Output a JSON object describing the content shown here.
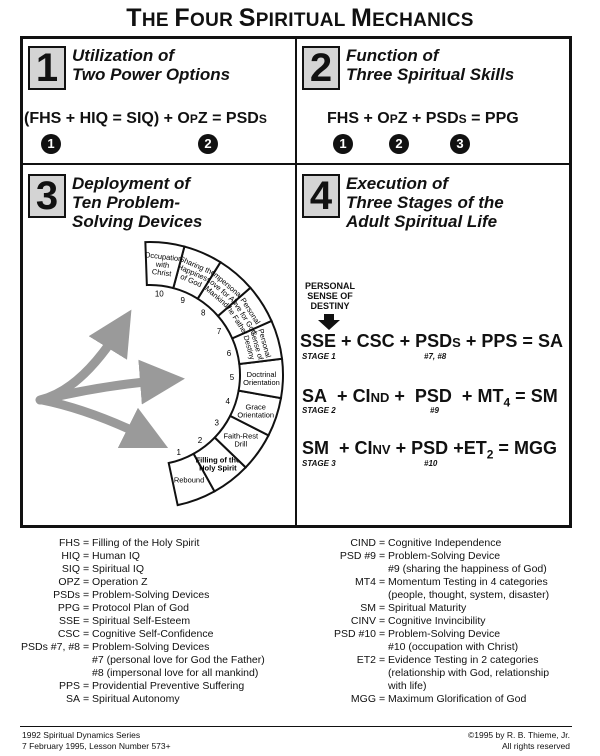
{
  "title": {
    "first": "T",
    "w1": "HE ",
    "f": "F",
    "w2": "OUR ",
    "s": "S",
    "w3": "PIRITUAL ",
    "m": "M",
    "w4": "ECHANICS"
  },
  "q1": {
    "num": "1",
    "heading1": "Utilization of",
    "heading2": "Two Power Options",
    "eq": {
      "open": "(FHS",
      "p1": "+",
      "hiq": "HIQ",
      "eq1": "=",
      "siq": "SIQ)",
      "p2": "+",
      "opz_o": "O",
      "opz_p": "P",
      "opz_z": "Z",
      "eq2": "=",
      "psds_main": "PSD",
      "psds_s": "S"
    },
    "badges": [
      "1",
      "2"
    ]
  },
  "q2": {
    "num": "2",
    "heading1": "Function of",
    "heading2": "Three Spiritual Skills",
    "eq": {
      "fhs": "FHS",
      "p1": "+",
      "opz_o": "O",
      "opz_p": "P",
      "opz_z": "Z",
      "p2": "+",
      "psds_main": "PSD",
      "psds_s": "S",
      "eq": "=",
      "ppg": "PPG"
    },
    "badges": [
      "1",
      "2",
      "3"
    ]
  },
  "q3": {
    "num": "3",
    "heading1": "Deployment of",
    "heading2": "Ten Problem-",
    "heading3": "Solving Devices",
    "devices": [
      {
        "n": "1",
        "l1": "Rebound",
        "l2": "",
        "l3": ""
      },
      {
        "n": "2",
        "l1": "Filling of the",
        "l2": "Holy Spirit",
        "l3": ""
      },
      {
        "n": "3",
        "l1": "Faith-Rest",
        "l2": "Drill",
        "l3": ""
      },
      {
        "n": "4",
        "l1": "Grace",
        "l2": "Orientation",
        "l3": ""
      },
      {
        "n": "5",
        "l1": "Doctrinal",
        "l2": "Orientation",
        "l3": ""
      },
      {
        "n": "6",
        "l1": "Personal",
        "l2": "Sense of",
        "l3": "Destiny"
      },
      {
        "n": "7",
        "l1": "Personal",
        "l2": "Love for God",
        "l3": "the Father"
      },
      {
        "n": "8",
        "l1": "Impersonal",
        "l2": "Love for All",
        "l3": "Mankind"
      },
      {
        "n": "9",
        "l1": "Sharing the",
        "l2": "Happiness",
        "l3": "of God"
      },
      {
        "n": "10",
        "l1": "Occupation",
        "l2": "with",
        "l3": "Christ"
      }
    ]
  },
  "q4": {
    "num": "4",
    "heading1": "Execution of",
    "heading2": "Three Stages of the",
    "heading3": "Adult Spiritual Life",
    "destiny": {
      "l1": "PERSONAL",
      "l2": "SENSE OF",
      "l3": "DESTINY"
    },
    "eq1": {
      "sse": "SSE",
      "p1": "+",
      "csc": "CSC",
      "p2": "+",
      "psds": "PSD",
      "psds_s": "S",
      "p3": "+",
      "pps": "PPS",
      "eq": "=",
      "sa": "SA",
      "stage": "STAGE 1",
      "sub": "#7, #8"
    },
    "eq2": {
      "sa": "SA",
      "p1": "+",
      "ci": "CI",
      "nd": "ND",
      "p2": "+",
      "psd": "PSD",
      "p3": "+",
      "mt": "MT",
      "mt_sub": "4",
      "eq": "=",
      "sm": "SM",
      "stage": "STAGE 2",
      "sub": "#9"
    },
    "eq3": {
      "sm": "SM",
      "p1": "+",
      "ci": "CI",
      "nv": "NV",
      "p2": "+",
      "psd": "PSD",
      "p3": "+",
      "et": "ET",
      "et_sub": "2",
      "eq": "=",
      "mgg": "MGG",
      "stage": "STAGE 3",
      "sub": "#10"
    }
  },
  "glossary_left": [
    {
      "abbr": "FHS",
      "def": "= Filling of the Holy Spirit"
    },
    {
      "abbr": "HIQ",
      "def": "= Human IQ"
    },
    {
      "abbr": "SIQ",
      "def": "= Spiritual IQ"
    },
    {
      "abbr": "OPZ",
      "def": "= Operation Z"
    },
    {
      "abbr": "PSDs",
      "def": "= Problem-Solving Devices"
    },
    {
      "abbr": "PPG",
      "def": "= Protocol Plan of God"
    },
    {
      "abbr": "SSE",
      "def": "= Spiritual Self-Esteem"
    },
    {
      "abbr": "CSC",
      "def": "= Cognitive Self-Confidence"
    },
    {
      "abbr": "PSDs #7, #8",
      "def": "= Problem-Solving Devices"
    },
    {
      "abbr": "",
      "def": "#7 (personal love for God the Father)"
    },
    {
      "abbr": "",
      "def": "#8 (impersonal love for all mankind)"
    },
    {
      "abbr": "PPS",
      "def": "= Providential Preventive Suffering"
    },
    {
      "abbr": "SA",
      "def": "= Spiritual Autonomy"
    }
  ],
  "glossary_right": [
    {
      "abbr": "CIND",
      "def": "= Cognitive Independence"
    },
    {
      "abbr": "PSD #9",
      "def": "= Problem-Solving Device"
    },
    {
      "abbr": "",
      "def": "#9 (sharing the happiness of God)"
    },
    {
      "abbr": "MT4",
      "def": "= Momentum Testing in 4 categories"
    },
    {
      "abbr": "",
      "def": "(people, thought, system, disaster)"
    },
    {
      "abbr": "SM",
      "def": "= Spiritual Maturity"
    },
    {
      "abbr": "CINV",
      "def": "= Cognitive Invincibility"
    },
    {
      "abbr": "PSD #10",
      "def": "= Problem-Solving Device"
    },
    {
      "abbr": "",
      "def": "#10 (occupation with Christ)"
    },
    {
      "abbr": "ET2",
      "def": "= Evidence Testing in 2 categories"
    },
    {
      "abbr": "",
      "def": "(relationship with God, relationship"
    },
    {
      "abbr": "",
      "def": "with life)"
    },
    {
      "abbr": "MGG",
      "def": "= Maximum Glorification of God"
    }
  ],
  "footer": {
    "left1": "1992 Spiritual Dynamics Series",
    "left2": "7 February 1995, Lesson Number 573+",
    "right1": "©1995 by R. B. Thieme, Jr.",
    "right2": "All rights reserved"
  }
}
